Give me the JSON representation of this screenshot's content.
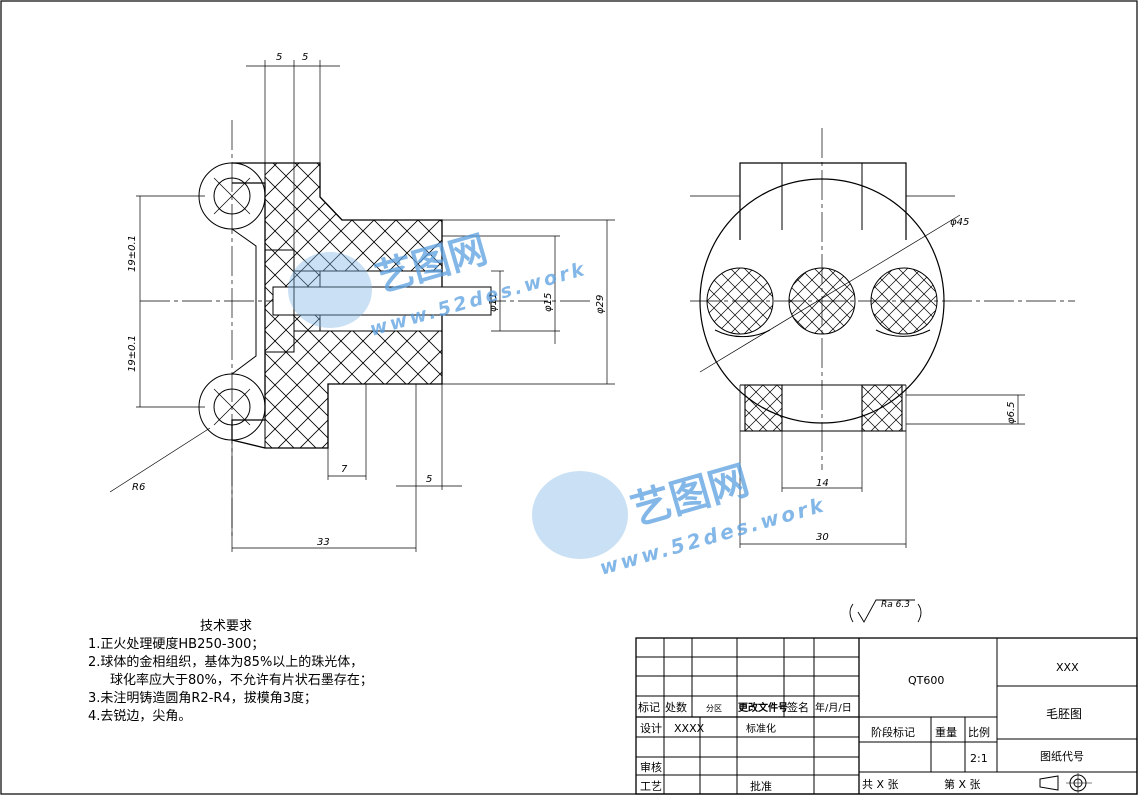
{
  "drawing": {
    "dims": {
      "d5a": "5",
      "d5b": "5",
      "d19a": "19±0.1",
      "d19b": "19±0.1",
      "d11": "φ11",
      "d15": "φ15",
      "d29": "φ29",
      "d7": "7",
      "d5c": "5",
      "d33": "33",
      "r6": "R6",
      "d45": "φ45",
      "d65": "φ6.5",
      "d14": "14",
      "d30": "30"
    },
    "roughness": "Ra 6.3"
  },
  "watermark": {
    "brand": "艺图网",
    "url": "www.52des.work"
  },
  "tech": {
    "title": "技术要求",
    "items": [
      "1.正火处理硬度HB250-300；",
      "2.球体的金相组织，基体为85%以上的珠光体，",
      "球化率应大于80%，不允许有片状石墨存在；",
      "3.未注明铸造圆角R2-R4，拔模角3度；",
      "4.去锐边，尖角。"
    ]
  },
  "titleblock": {
    "h_mark": "标记",
    "h_count": "处数",
    "h_zone": "分区",
    "h_doc": "更改文件号",
    "h_sign": "签名",
    "h_date": "年/月/日",
    "design": "设计",
    "design_val": "XXXX",
    "std": "标准化",
    "review": "审核",
    "process": "工艺",
    "approve": "批准",
    "material": "QT600",
    "stage": "阶段标记",
    "weight": "重量",
    "scale_h": "比例",
    "scale_val": "2:1",
    "sheets_total": "共 X 张",
    "sheet_num": "第 X 张",
    "company": "XXX",
    "name": "毛胚图",
    "code": "图纸代号"
  }
}
